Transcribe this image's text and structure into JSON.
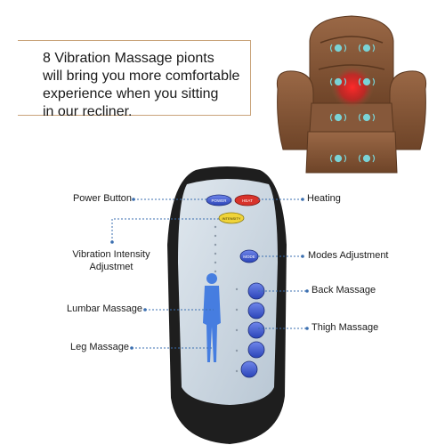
{
  "headline": {
    "lines": [
      "8 Vibration Massage pionts",
      "will bring you more comfortable",
      "experience when you sitting",
      "in our recliner."
    ]
  },
  "callouts": {
    "power_button": "Power Button",
    "heating": "Heating",
    "vibration_intensity_line1": "Vibration Intensity",
    "vibration_intensity_line2": "Adjustmet",
    "modes_adjustment": "Modes Adjustment",
    "back_massage": "Back Massage",
    "lumbar_massage": "Lumbar Massage",
    "thigh_massage": "Thigh Massage",
    "leg_massage": "Leg Massage"
  },
  "remote": {
    "power_label": "POWER",
    "heat_label": "HEAT",
    "intensity_label": "INTENSITY",
    "mode_label": "MODE"
  },
  "colors": {
    "chair_brown": "#8a5a3a",
    "remote_body": "#1e1e1e",
    "panel": "#cfd9e3",
    "button_blue": "#3b56c9",
    "button_red": "#d8332b",
    "button_yellow": "#f0d43a",
    "leader_blue": "#3b6fb0",
    "vibration_icon": "#7ad3d6",
    "heat_glow": "#e0202a"
  }
}
